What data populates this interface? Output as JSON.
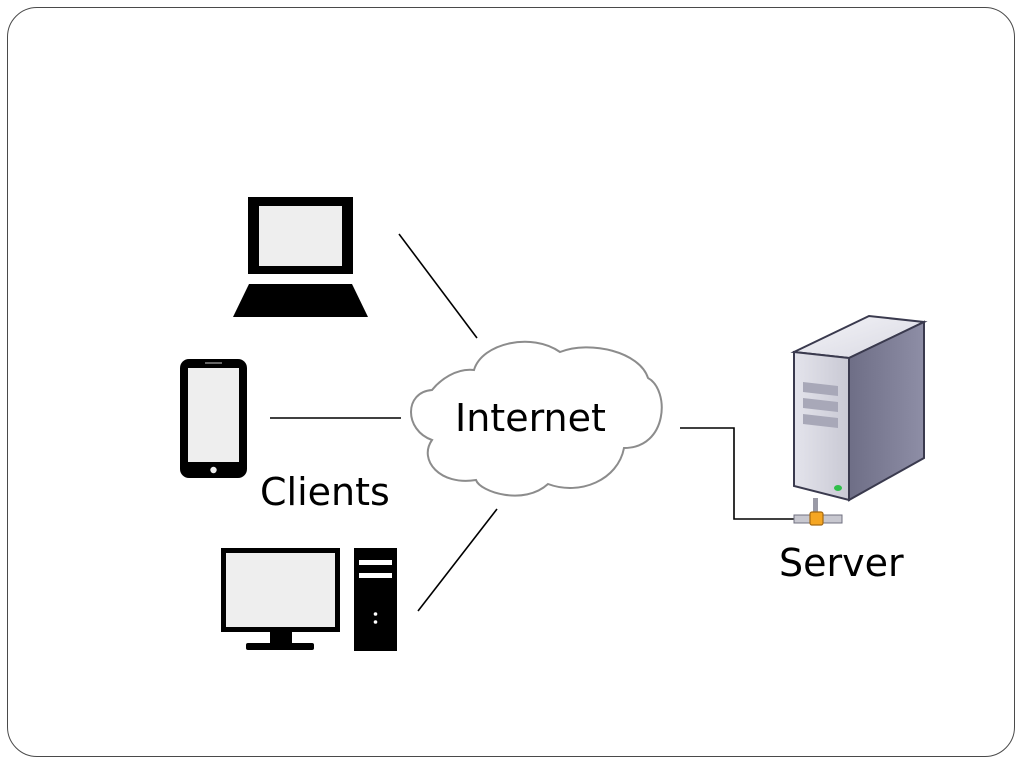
{
  "diagram": {
    "cloud_label": "Internet",
    "clients_label": "Clients",
    "server_label": "Server"
  },
  "colors": {
    "device_fill": "#000000",
    "screen_fill": "#eeeeee",
    "cloud_stroke": "#8c8c8c",
    "line": "#000000",
    "connector": "#f5a623"
  },
  "icons": [
    "laptop-icon",
    "smartphone-icon",
    "desktop-computer-icon",
    "cloud-icon",
    "server-icon"
  ]
}
